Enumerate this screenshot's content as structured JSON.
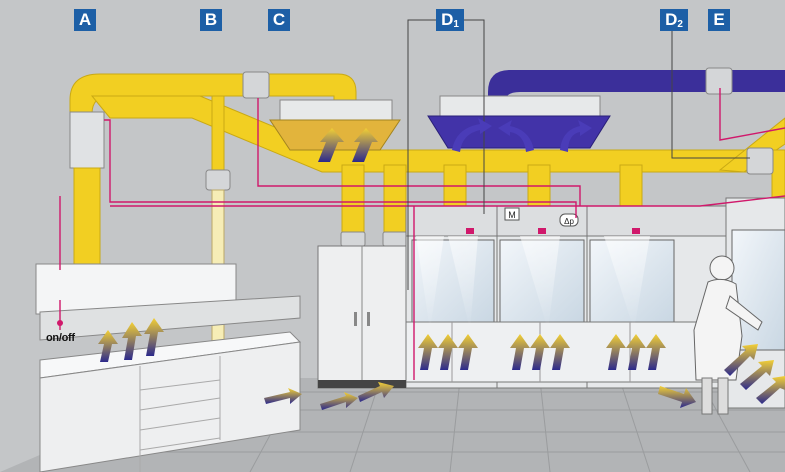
{
  "labels": {
    "a": "A",
    "b": "B",
    "c": "C",
    "d1": "D",
    "d1_sub": "1",
    "d2": "D",
    "d2_sub": "2",
    "e": "E",
    "switch": "on/off",
    "motor": "M",
    "pressure": "Δp"
  },
  "colors": {
    "duct": "#f2cf22",
    "exhaust_duct": "#3b2f9a",
    "signal_line": "#d0186b",
    "tag": "#1d5fa6",
    "wall": "#c4c6c8",
    "floor": "#b3b5b7"
  }
}
